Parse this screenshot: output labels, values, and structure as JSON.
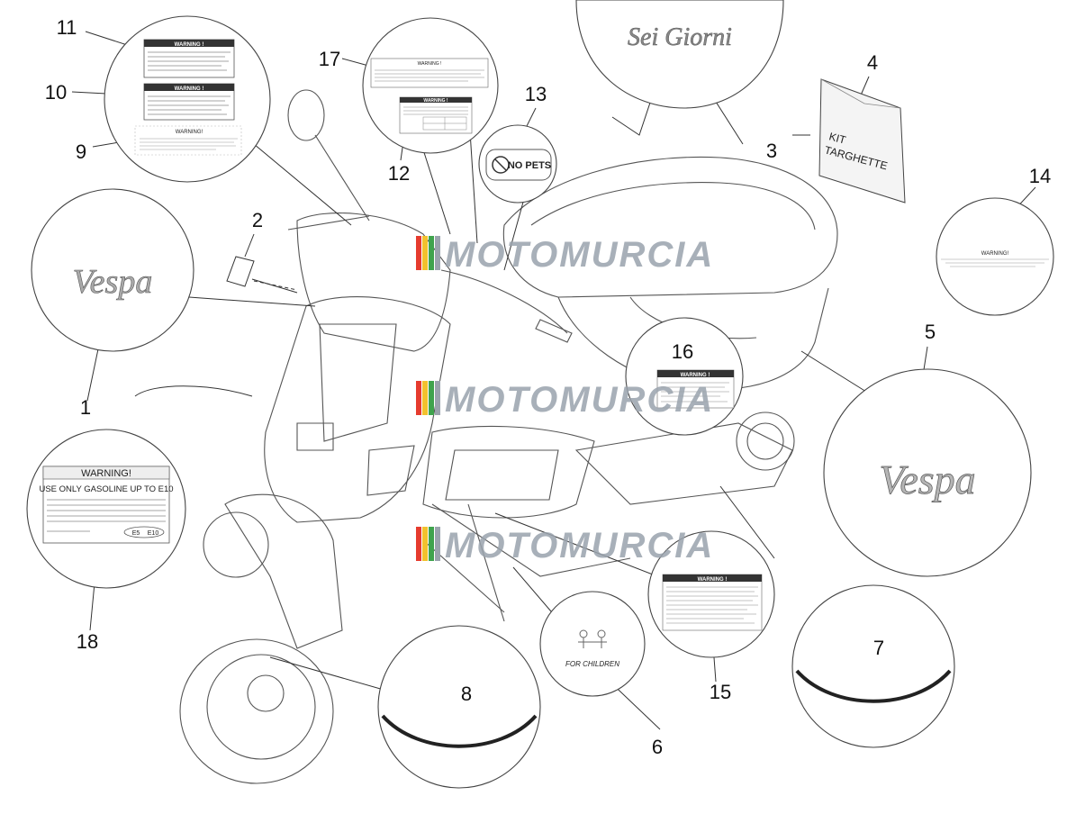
{
  "callouts": {
    "n1": "1",
    "n2": "2",
    "n3": "3",
    "n4": "4",
    "n5": "5",
    "n6": "6",
    "n7": "7",
    "n8": "8",
    "n9": "9",
    "n10": "10",
    "n11": "11",
    "n12": "12",
    "n13": "13",
    "n14": "14",
    "n15": "15",
    "n16": "16",
    "n17": "17",
    "n18": "18"
  },
  "labels": {
    "warning": "WARNING !",
    "warning_alt": "WARNING!",
    "no_pets": "NO PETS",
    "kit_line1": "KIT",
    "kit_line2": "TARGHETTE",
    "sei_giorni": "Sei Giorni",
    "vespa": "Vespa",
    "for_children": "FOR CHILDREN",
    "fuel_title": "WARNING!",
    "fuel_line1": "USE ONLY GASOLINE UP TO E10",
    "fuel_e5": "E5",
    "fuel_e10": "E10"
  },
  "watermark": {
    "text": "MOTOMURCIA",
    "stripe_colors": [
      "#e63b2e",
      "#f2c12e",
      "#3fa34d",
      "#9aa3ad"
    ]
  },
  "colors": {
    "label_header": "#333333",
    "line": "#333333"
  }
}
